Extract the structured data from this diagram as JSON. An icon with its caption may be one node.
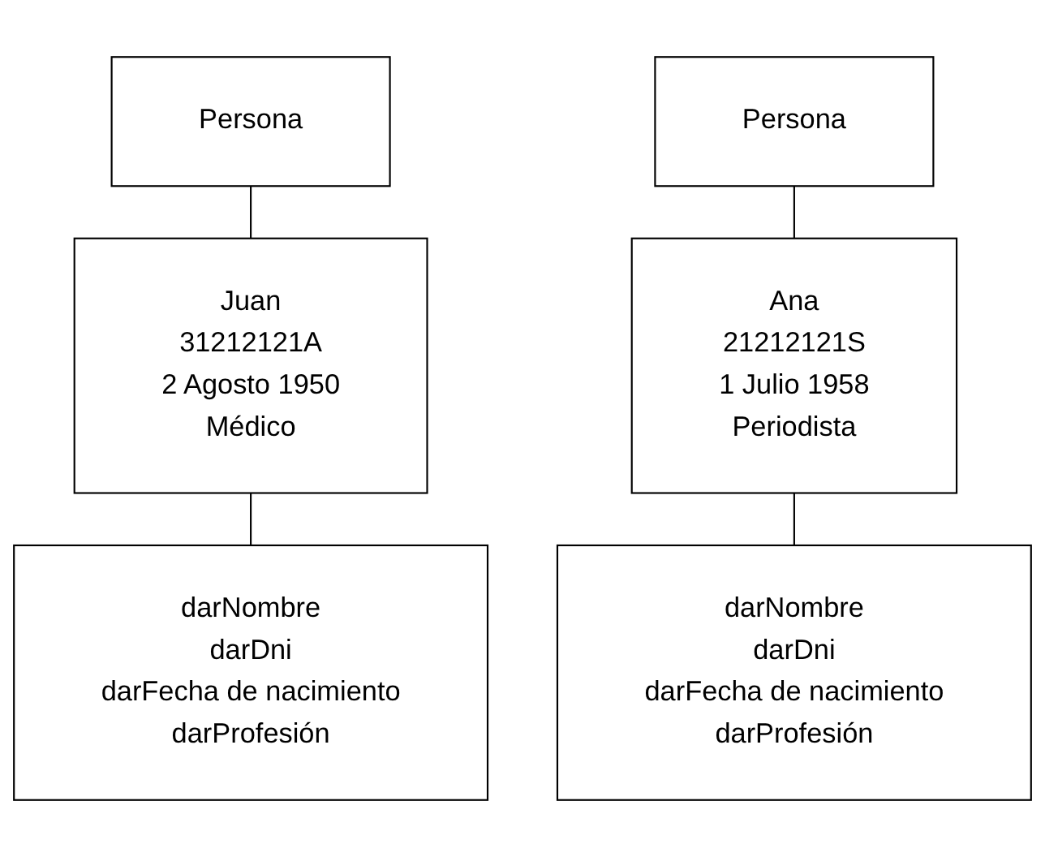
{
  "diagram": {
    "nodes": [
      {
        "text": [
          "Persona"
        ]
      },
      {
        "text": [
          "Juan",
          "31212121A",
          "2 Agosto 1950",
          "Médico"
        ]
      },
      {
        "text": [
          "darNombre",
          "darDni",
          "darFecha de nacimiento",
          "darProfesión"
        ]
      },
      {
        "text": [
          "Persona"
        ]
      },
      {
        "text": [
          "Ana",
          "21212121S",
          "1 Julio 1958",
          "Periodista"
        ]
      },
      {
        "text": [
          "darNombre",
          "darDni",
          "darFecha de nacimiento",
          "darProfesión"
        ]
      }
    ],
    "edges": [
      {
        "from": 0,
        "to": 1,
        "arrow": "none"
      },
      {
        "from": 1,
        "to": 2,
        "arrow": "none"
      },
      {
        "from": 3,
        "to": 4,
        "arrow": "none"
      },
      {
        "from": 4,
        "to": 5,
        "arrow": "none"
      }
    ]
  }
}
